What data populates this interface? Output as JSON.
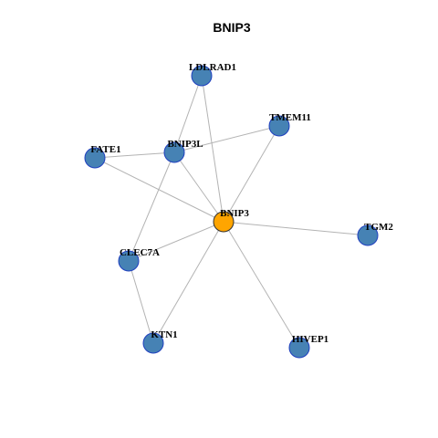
{
  "title": "BNIP3",
  "colors": {
    "node_fill": "#4682B4",
    "node_stroke": "#1F3FBF",
    "center_fill": "#FFA500",
    "center_stroke": "#333333",
    "edge": "#B3B3B3"
  },
  "nodes": [
    {
      "id": "BNIP3",
      "label": "BNIP3",
      "center": true
    },
    {
      "id": "LDLRAD1",
      "label": "LDLRAD1"
    },
    {
      "id": "TMEM11",
      "label": "TMEM11"
    },
    {
      "id": "BNIP3L",
      "label": "BNIP3L"
    },
    {
      "id": "FATE1",
      "label": "FATE1"
    },
    {
      "id": "TGM2",
      "label": "TGM2"
    },
    {
      "id": "CLEC7A",
      "label": "CLEC7A"
    },
    {
      "id": "KTN1",
      "label": "KTN1"
    },
    {
      "id": "HIVEP1",
      "label": "HIVEP1"
    }
  ],
  "edges": [
    [
      "LDLRAD1",
      "BNIP3"
    ],
    [
      "LDLRAD1",
      "BNIP3L"
    ],
    [
      "TMEM11",
      "BNIP3"
    ],
    [
      "TMEM11",
      "BNIP3L"
    ],
    [
      "FATE1",
      "BNIP3L"
    ],
    [
      "FATE1",
      "BNIP3"
    ],
    [
      "BNIP3L",
      "BNIP3"
    ],
    [
      "BNIP3L",
      "CLEC7A"
    ],
    [
      "BNIP3",
      "TGM2"
    ],
    [
      "BNIP3",
      "CLEC7A"
    ],
    [
      "BNIP3",
      "KTN1"
    ],
    [
      "BNIP3",
      "HIVEP1"
    ],
    [
      "CLEC7A",
      "KTN1"
    ]
  ]
}
